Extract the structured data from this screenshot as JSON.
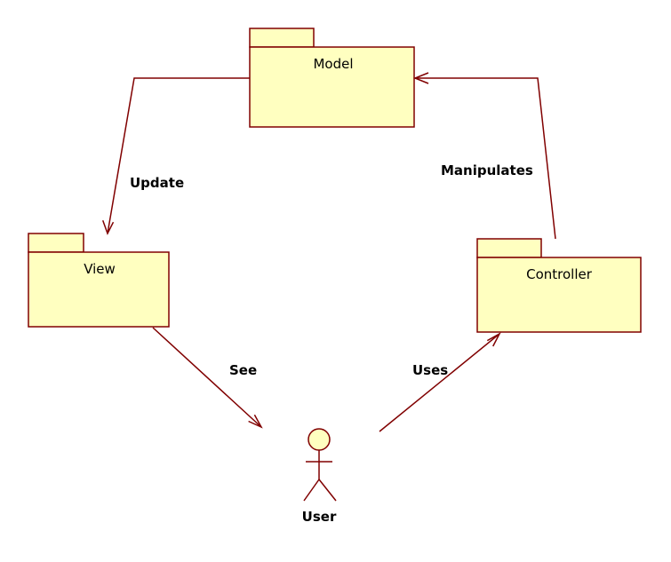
{
  "colors": {
    "fill": "#ffffc0",
    "stroke": "#800000",
    "text": "#000000",
    "background": "#ffffff"
  },
  "packages": {
    "model": "Model",
    "view": "View",
    "controller": "Controller"
  },
  "actor": {
    "user": "User"
  },
  "relations": {
    "update": "Update",
    "manipulates": "Manipulates",
    "see": "See",
    "uses": "Uses"
  }
}
